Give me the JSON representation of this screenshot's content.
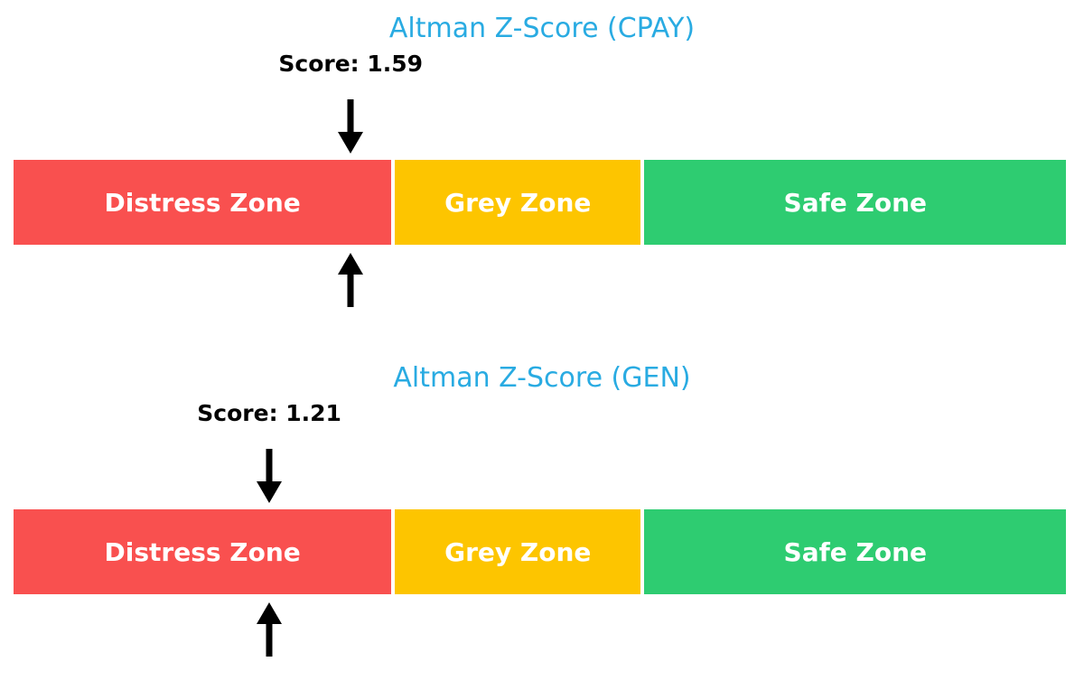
{
  "chart_data": [
    {
      "type": "bar",
      "title": "Altman Z-Score (CPAY)",
      "ticker": "CPAY",
      "score": 1.59,
      "score_label": "Score: 1.59",
      "marker_position_pct": 31.9,
      "xlabel": "",
      "ylabel": "",
      "grid": false,
      "legend": "none",
      "categories": [
        "Distress Zone",
        "Grey Zone",
        "Safe Zone"
      ],
      "values": [
        36.0,
        23.4,
        40.2
      ],
      "zones": [
        {
          "label": "Distress Zone",
          "color": "#f9504f",
          "width_pct": 36.0
        },
        {
          "label": "Grey Zone",
          "color": "#fdc500",
          "width_pct": 23.4
        },
        {
          "label": "Safe Zone",
          "color": "#2ecc71",
          "width_pct": 40.2
        }
      ],
      "marker_down_icon": "arrow-down-icon",
      "marker_up_icon": "arrow-up-icon"
    },
    {
      "type": "bar",
      "title": "Altman Z-Score (GEN)",
      "ticker": "GEN",
      "score": 1.21,
      "score_label": "Score: 1.21",
      "marker_position_pct": 24.2,
      "xlabel": "",
      "ylabel": "",
      "grid": false,
      "legend": "none",
      "categories": [
        "Distress Zone",
        "Grey Zone",
        "Safe Zone"
      ],
      "values": [
        36.0,
        23.4,
        40.2
      ],
      "zones": [
        {
          "label": "Distress Zone",
          "color": "#f9504f",
          "width_pct": 36.0
        },
        {
          "label": "Grey Zone",
          "color": "#fdc500",
          "width_pct": 23.4
        },
        {
          "label": "Safe Zone",
          "color": "#2ecc71",
          "width_pct": 40.2
        }
      ],
      "marker_down_icon": "arrow-down-icon",
      "marker_up_icon": "arrow-up-icon"
    }
  ],
  "colors": {
    "title": "#29abe2",
    "score_text": "#000000",
    "distress": "#f9504f",
    "grey": "#fdc500",
    "safe": "#2ecc71",
    "zone_text": "#ffffff",
    "arrow": "#000000",
    "background": "#ffffff"
  }
}
